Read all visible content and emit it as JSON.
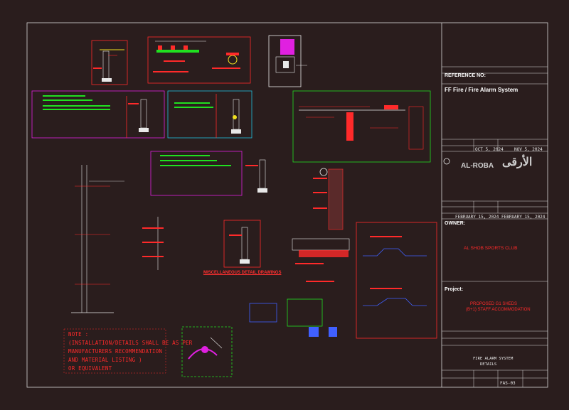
{
  "drawing": {
    "misc_caption": "MISCELLANEOUS DETAIL DRAWINGS",
    "note": {
      "lines": [
        "NOTE :",
        "(INSTALLATION/DETAILS SHALL BE AS PER",
        "MANUFACTURERS RECOMMENDATION",
        "AND MATERIAL LISTING )",
        "OR EQUIVALENT"
      ]
    }
  },
  "title_block": {
    "reference_label": "REFERENCE NO:",
    "system_title": "FF Fire / Fire Alarm System",
    "owner_label": "OWNER:",
    "owner_name": "AL SHOB SPORTS CLUB",
    "project_label": "Project:",
    "project_lines": [
      "PROPOSED G1 SHEDS",
      "(B+1) STAFF ACCOMMODATION"
    ],
    "consultant_name": "AL-ROBA",
    "consultant_arabic": "الأرقى",
    "sheet_title_lines": [
      "FIRE ALARM SYSTEM",
      "DETAILS"
    ],
    "dates": {
      "date_a": "OCT 5, 2024",
      "date_b": "NOV 5, 2024",
      "date_c": "FEBRUARY 15, 2024",
      "date_d": "FEBRUARY 15, 2024"
    },
    "sheet_no": "FAS-03"
  },
  "colors": {
    "background": "#2a1d1d",
    "red": "#ff2a2a",
    "magenta": "#e020e0",
    "green": "#20e020",
    "cyan": "#20c0e0",
    "white": "#e8e8e8",
    "yellow": "#f0e020"
  }
}
